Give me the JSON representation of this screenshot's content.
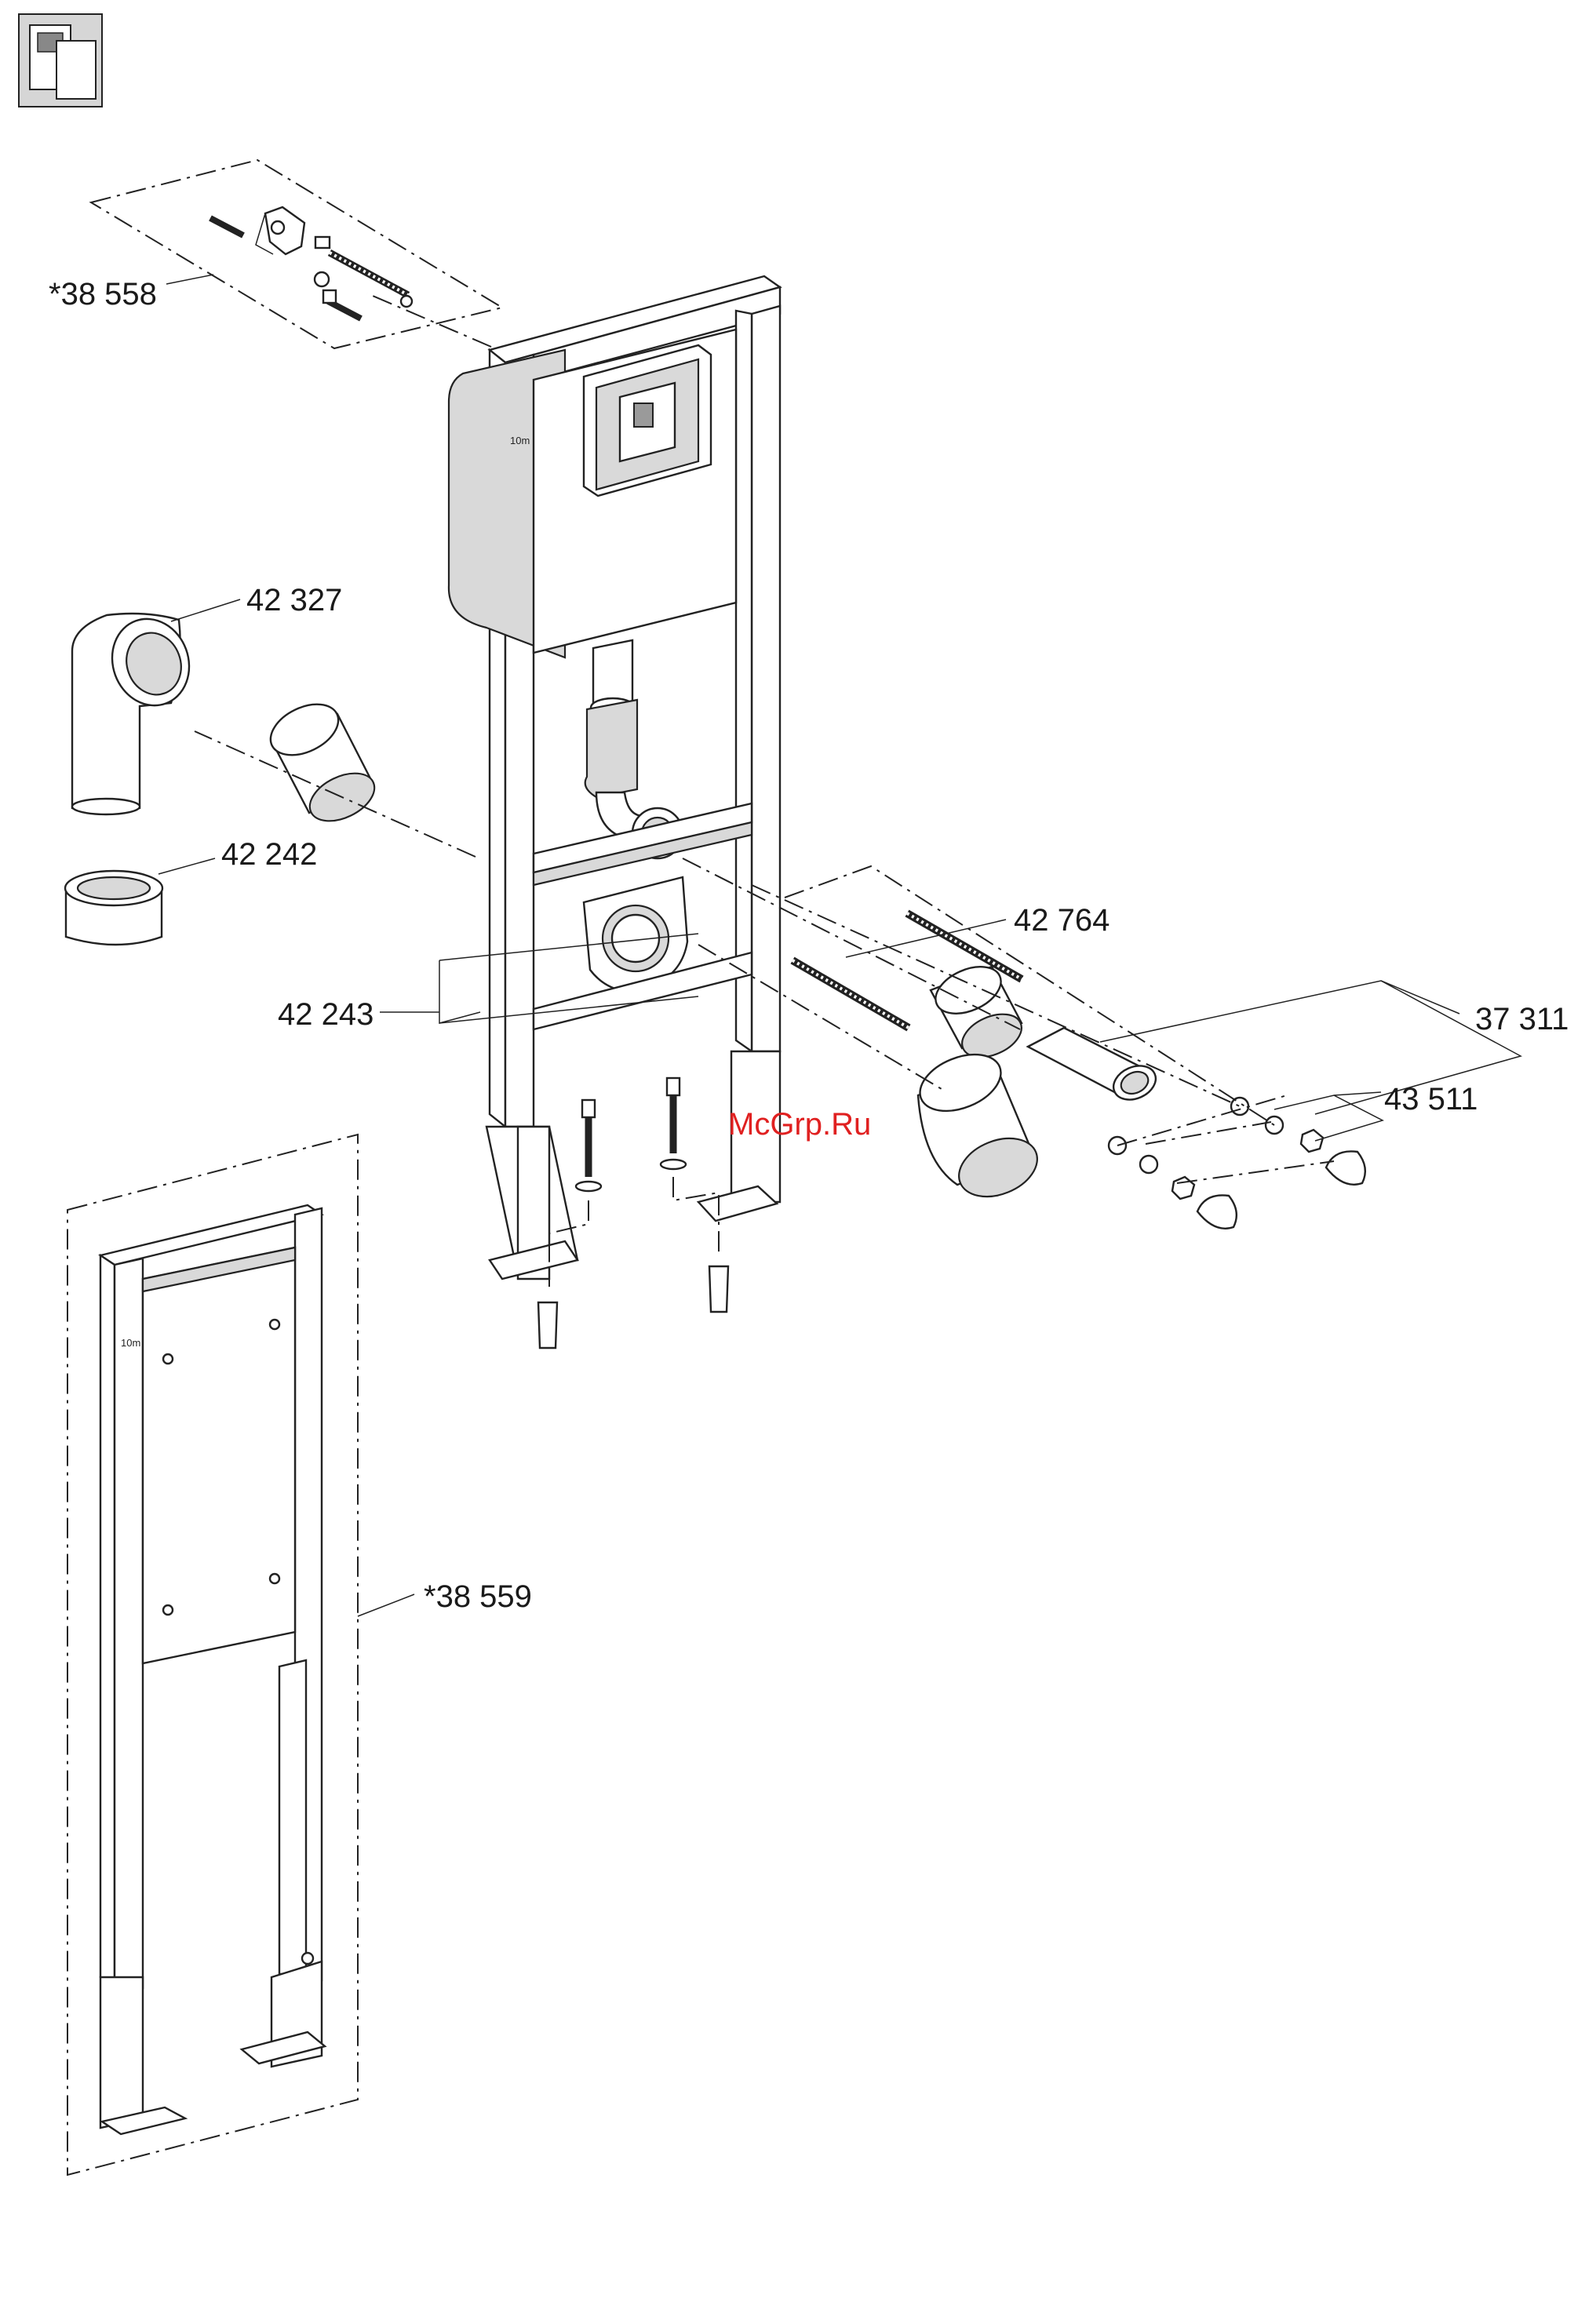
{
  "watermark": "McGrp.Ru",
  "frame_mark": "10m",
  "part_labels": [
    {
      "id": "38558",
      "text": "*38 558"
    },
    {
      "id": "42327",
      "text": "42 327"
    },
    {
      "id": "42242",
      "text": "42 242"
    },
    {
      "id": "42243",
      "text": "42 243"
    },
    {
      "id": "42764",
      "text": "42 764"
    },
    {
      "id": "37311",
      "text": "37 311"
    },
    {
      "id": "43511",
      "text": "43 511"
    },
    {
      "id": "38559",
      "text": "*38 559"
    }
  ]
}
